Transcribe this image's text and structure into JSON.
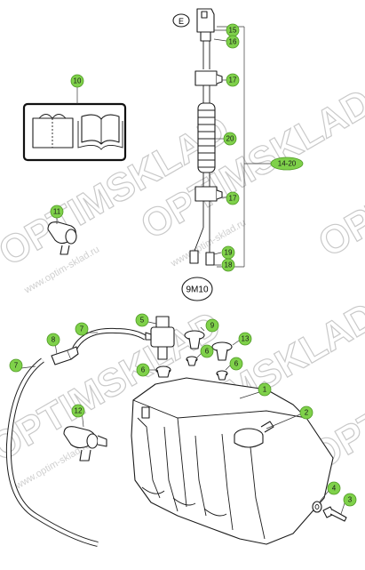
{
  "watermark": {
    "brand": "OPTIMSKLAD",
    "url": "www.optim-sklad.ru"
  },
  "labels": {
    "connector_letter": "E",
    "book_code": "9M10"
  },
  "callouts": [
    {
      "id": "c15",
      "text": "15"
    },
    {
      "id": "c16",
      "text": "16"
    },
    {
      "id": "c17a",
      "text": "17"
    },
    {
      "id": "c10",
      "text": "10"
    },
    {
      "id": "c20",
      "text": "20"
    },
    {
      "id": "c14_20",
      "text": "14-20"
    },
    {
      "id": "c17b",
      "text": "17"
    },
    {
      "id": "c11",
      "text": "11"
    },
    {
      "id": "c19",
      "text": "19"
    },
    {
      "id": "c18",
      "text": "18"
    },
    {
      "id": "c5",
      "text": "5"
    },
    {
      "id": "c7",
      "text": "7"
    },
    {
      "id": "c9",
      "text": "9"
    },
    {
      "id": "c8",
      "text": "8"
    },
    {
      "id": "c13",
      "text": "13"
    },
    {
      "id": "c6a",
      "text": "6"
    },
    {
      "id": "c6b",
      "text": "6"
    },
    {
      "id": "c6c",
      "text": "6"
    },
    {
      "id": "c7b",
      "text": "7"
    },
    {
      "id": "c1",
      "text": "1"
    },
    {
      "id": "c12",
      "text": "12"
    },
    {
      "id": "c2",
      "text": "2"
    },
    {
      "id": "c4",
      "text": "4"
    },
    {
      "id": "c3",
      "text": "3"
    }
  ]
}
